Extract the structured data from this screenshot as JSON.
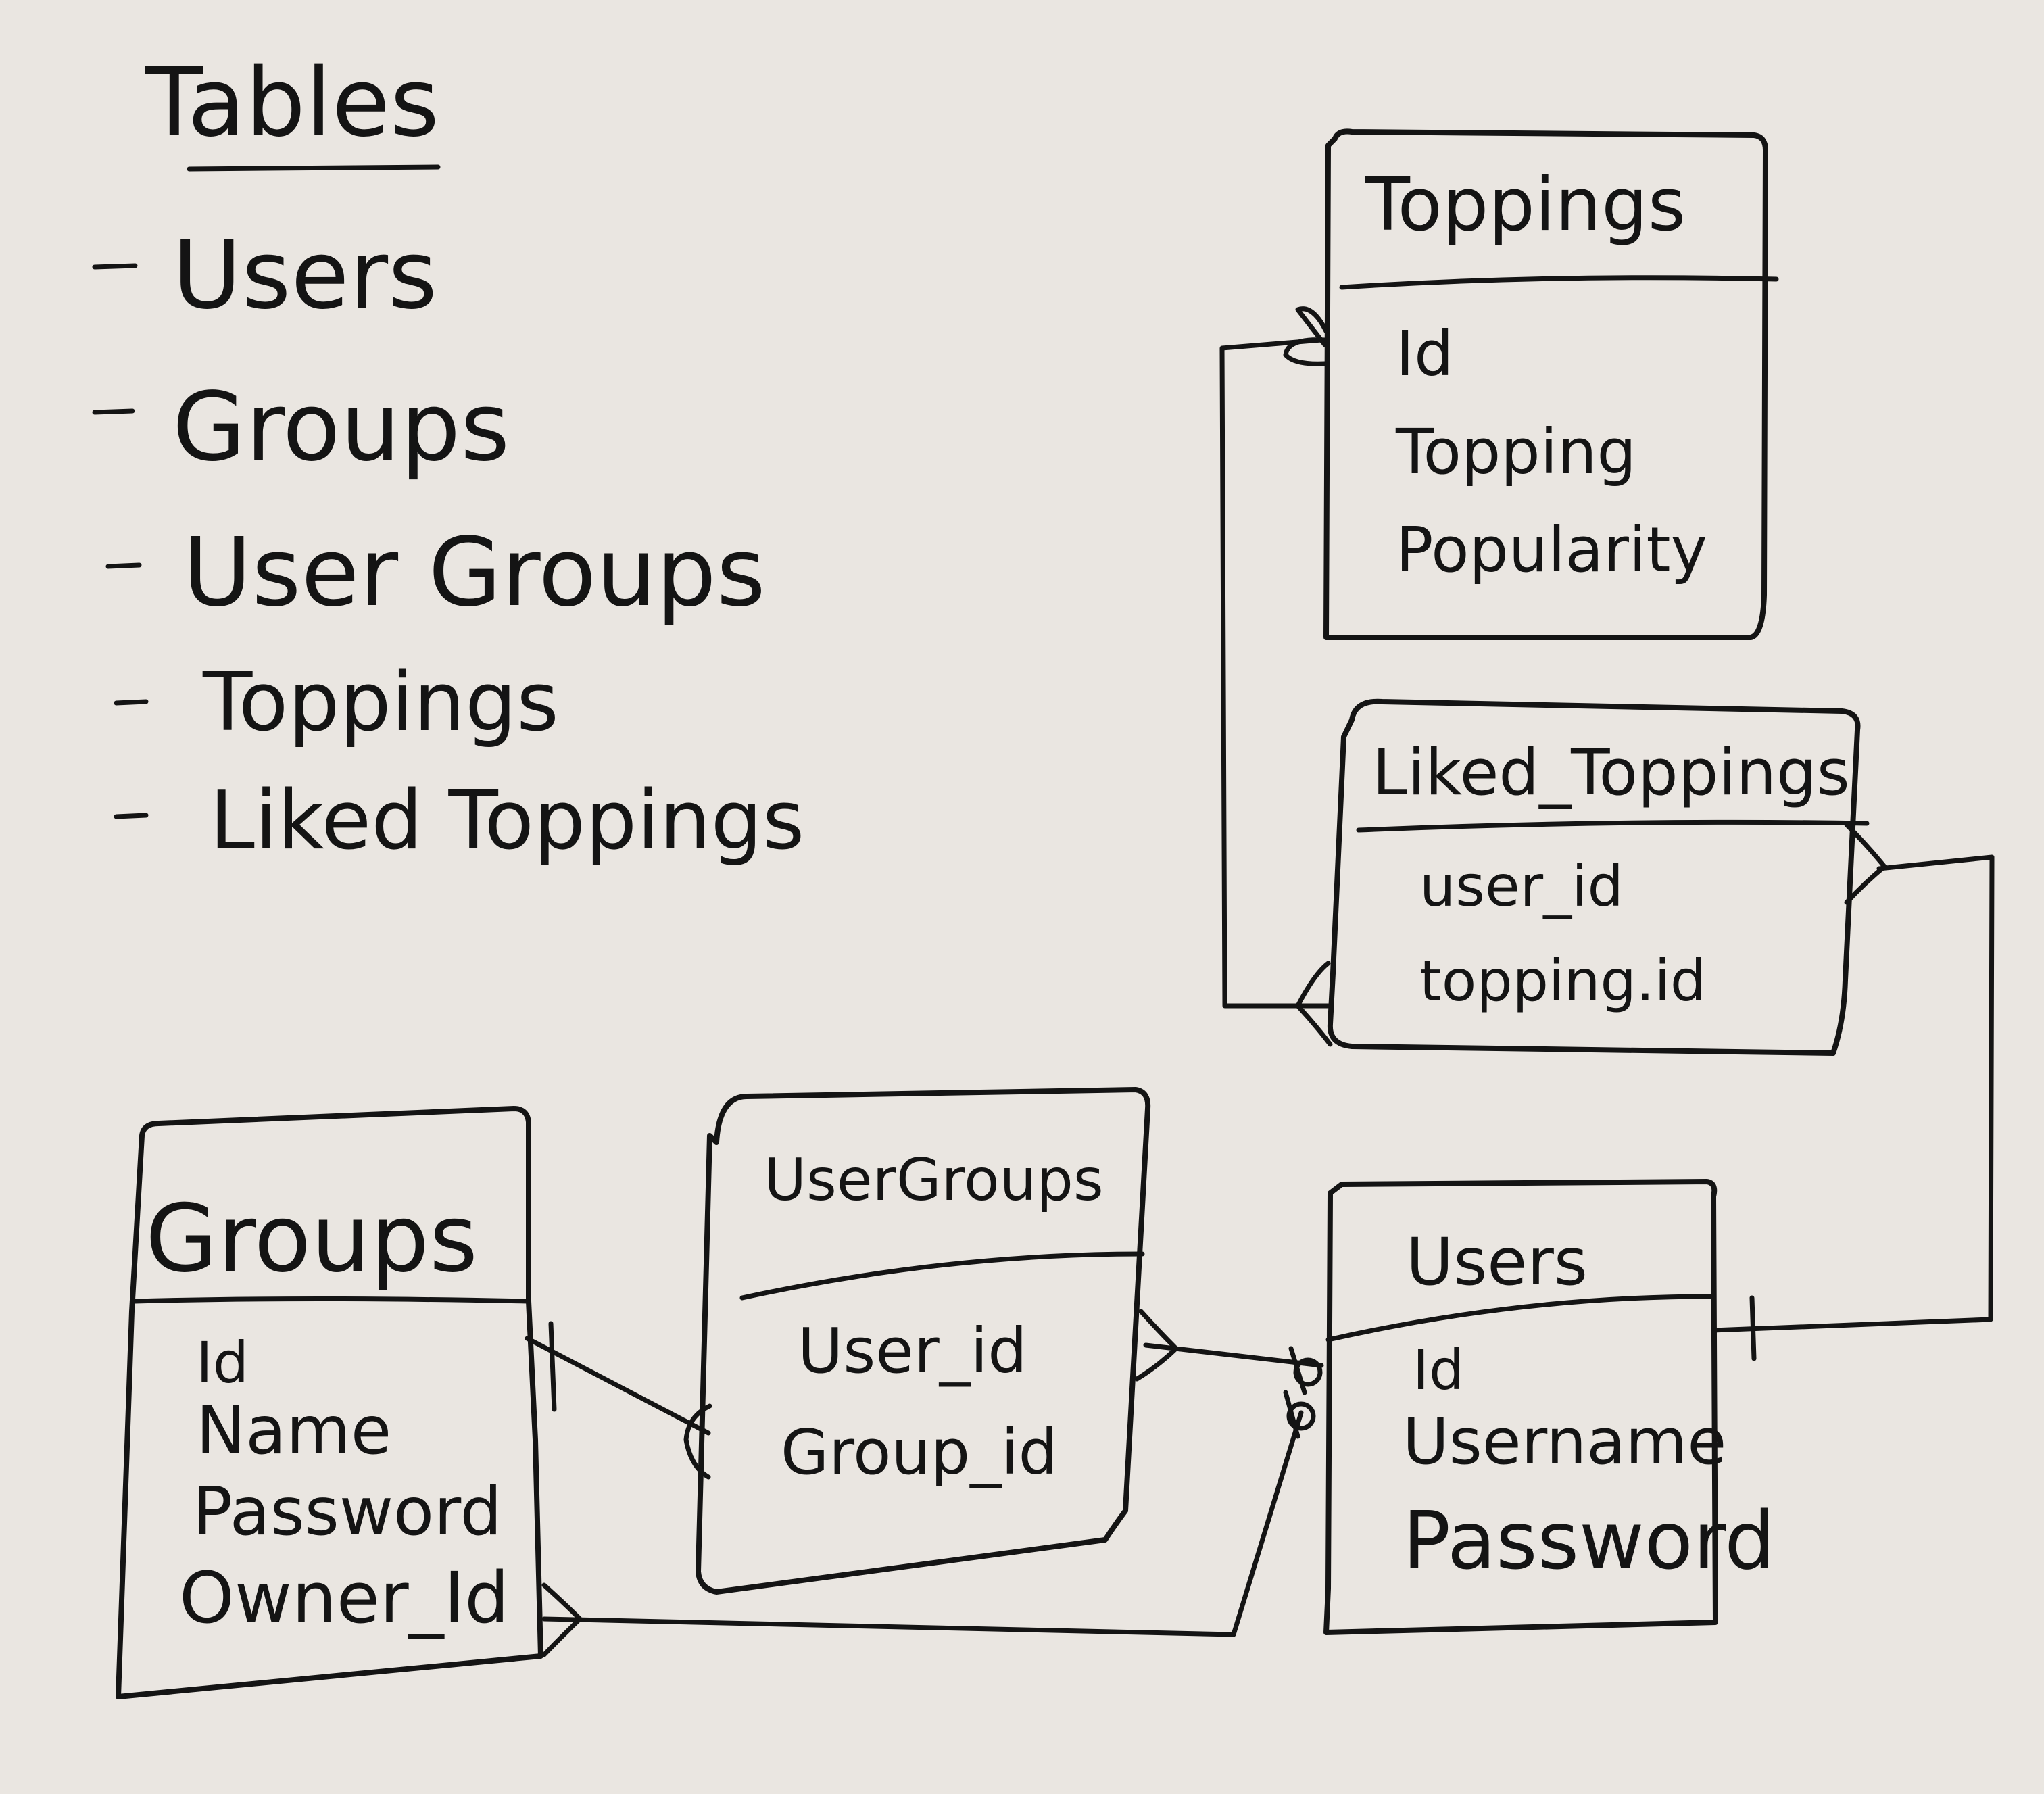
{
  "legend": {
    "title": "Tables",
    "items": [
      "Users",
      "Groups",
      "User Groups",
      "Toppings",
      "Liked Toppings"
    ]
  },
  "tables": {
    "toppings": {
      "title": "Toppings",
      "fields": [
        "Id",
        "Topping",
        "Popularity"
      ]
    },
    "liked_toppings": {
      "title": "Liked_Toppings",
      "fields": [
        "user_id",
        "topping.id"
      ]
    },
    "groups": {
      "title": "Groups",
      "fields": [
        "Id",
        "Name",
        "Password",
        "Owner_Id"
      ]
    },
    "user_groups": {
      "title": "UserGroups",
      "fields": [
        "User_id",
        "Group_id"
      ]
    },
    "users": {
      "title": "Users",
      "fields": [
        "Id",
        "Username",
        "Password"
      ]
    }
  },
  "colors": {
    "paper": "#eae6e1",
    "ink": "#141414"
  }
}
